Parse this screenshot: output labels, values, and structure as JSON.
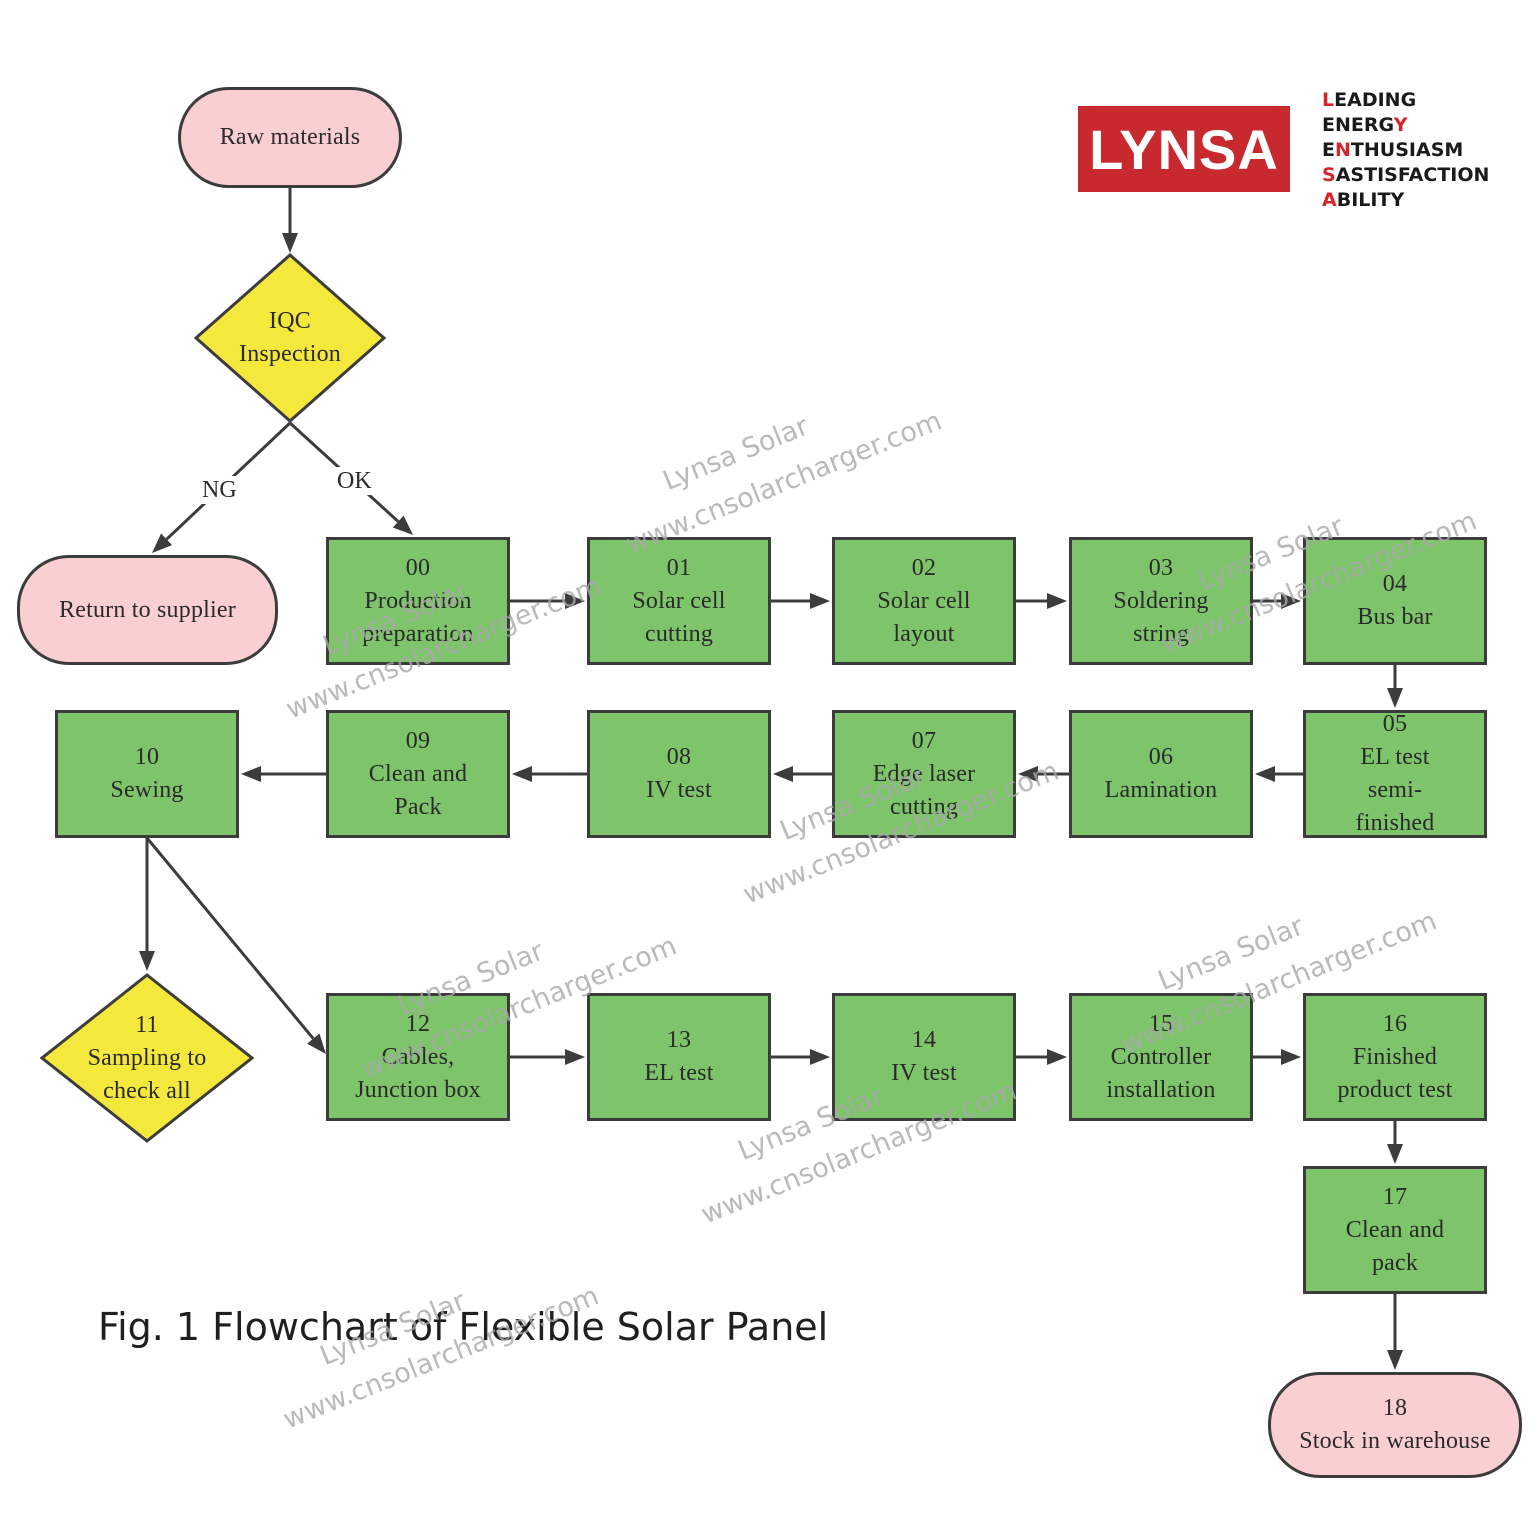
{
  "logo": {
    "text": "LYNSA"
  },
  "motto": [
    {
      "first": "L",
      "rest": "EADING",
      "accent_index": 0
    },
    {
      "first": "",
      "rest": "ENERGY",
      "accent_index": 5
    },
    {
      "first": "",
      "rest": "ENTHUSIASM",
      "accent_index": 1
    },
    {
      "first": "",
      "rest": "SASTISFACTION",
      "accent_index": 0
    },
    {
      "first": "",
      "rest": "ABILITY",
      "accent_index": 0
    }
  ],
  "caption": "Fig. 1 Flowchart of Flexible Solar Panel",
  "watermark": {
    "brand": "Lynsa Solar",
    "site": "www.cnsolarcharger.com"
  },
  "colors": {
    "step_fill": "#7dc46b",
    "terminal_fill": "#f9cfd1",
    "decision_fill": "#f4e83c",
    "logo_red": "#c8292e",
    "accent_red": "#d4252b"
  },
  "nodes": {
    "raw": {
      "lines": [
        "Raw materials"
      ]
    },
    "iqc": {
      "lines": [
        "IQC",
        "Inspection"
      ]
    },
    "ret": {
      "lines": [
        "Return to supplier"
      ]
    },
    "n00": {
      "lines": [
        "00",
        "Production",
        "preparation"
      ]
    },
    "n01": {
      "lines": [
        "01",
        "Solar cell",
        "cutting"
      ]
    },
    "n02": {
      "lines": [
        "02",
        "Solar cell",
        "layout"
      ]
    },
    "n03": {
      "lines": [
        "03",
        "Soldering",
        "string"
      ]
    },
    "n04": {
      "lines": [
        "04",
        "Bus bar"
      ]
    },
    "n05": {
      "lines": [
        "05",
        "EL test",
        "semi-",
        "finished"
      ]
    },
    "n06": {
      "lines": [
        "06",
        "Lamination"
      ]
    },
    "n07": {
      "lines": [
        "07",
        "Edge laser",
        "cutting"
      ]
    },
    "n08": {
      "lines": [
        "08",
        "IV test"
      ]
    },
    "n09": {
      "lines": [
        "09",
        "Clean and",
        "Pack"
      ]
    },
    "n10": {
      "lines": [
        "10",
        "Sewing"
      ]
    },
    "n11": {
      "lines": [
        "11",
        "Sampling to",
        "check all"
      ]
    },
    "n12": {
      "lines": [
        "12",
        "Cables,",
        "Junction box"
      ]
    },
    "n13": {
      "lines": [
        "13",
        "EL test"
      ]
    },
    "n14": {
      "lines": [
        "14",
        "IV test"
      ]
    },
    "n15": {
      "lines": [
        "15",
        "Controller",
        "installation"
      ]
    },
    "n16": {
      "lines": [
        "16",
        "Finished",
        "product test"
      ]
    },
    "n17": {
      "lines": [
        "17",
        "Clean and",
        "pack"
      ]
    },
    "n18": {
      "lines": [
        "18",
        "Stock in warehouse"
      ]
    }
  },
  "edges": [
    {
      "from": "raw",
      "to": "iqc"
    },
    {
      "from": "iqc",
      "to": "ret",
      "label": "NG"
    },
    {
      "from": "iqc",
      "to": "n00",
      "label": "OK"
    },
    {
      "from": "n00",
      "to": "n01"
    },
    {
      "from": "n01",
      "to": "n02"
    },
    {
      "from": "n02",
      "to": "n03"
    },
    {
      "from": "n03",
      "to": "n04"
    },
    {
      "from": "n04",
      "to": "n05"
    },
    {
      "from": "n05",
      "to": "n06"
    },
    {
      "from": "n06",
      "to": "n07"
    },
    {
      "from": "n07",
      "to": "n08"
    },
    {
      "from": "n08",
      "to": "n09"
    },
    {
      "from": "n09",
      "to": "n10"
    },
    {
      "from": "n10",
      "to": "n11"
    },
    {
      "from": "n10",
      "to": "n12"
    },
    {
      "from": "n12",
      "to": "n13"
    },
    {
      "from": "n13",
      "to": "n14"
    },
    {
      "from": "n14",
      "to": "n15"
    },
    {
      "from": "n15",
      "to": "n16"
    },
    {
      "from": "n16",
      "to": "n17"
    },
    {
      "from": "n17",
      "to": "n18"
    }
  ]
}
